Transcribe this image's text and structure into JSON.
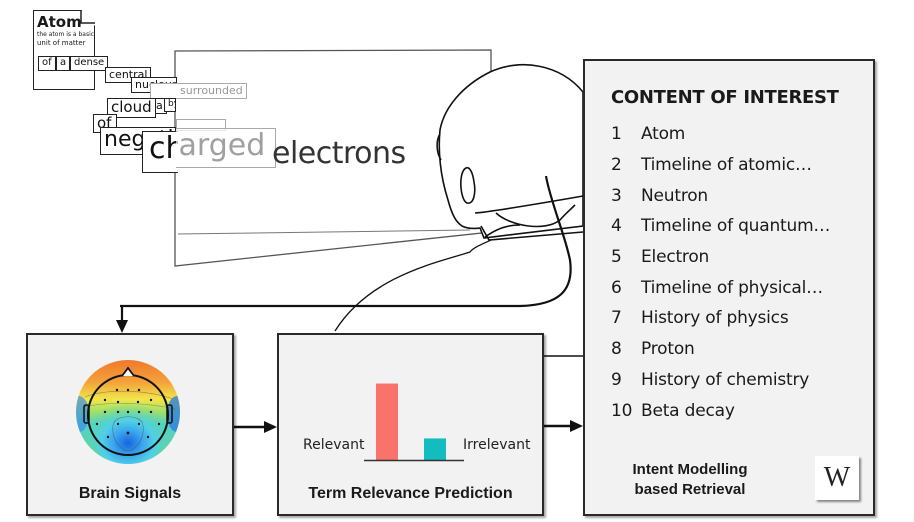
{
  "document_card": {
    "title": "Atom",
    "subtitle_line1": "the atom is a basic",
    "subtitle_line2": "unit of matter"
  },
  "word_chips": [
    "of",
    "a",
    "dense",
    "central",
    "nucleus",
    "surrounded",
    "a",
    "by",
    "cloud",
    "of",
    "negatively",
    "charged"
  ],
  "screen": {
    "faded_word": "charged",
    "current_word": "electrons"
  },
  "content_of_interest": {
    "heading": "CONTENT OF INTEREST",
    "items": [
      {
        "rank": "1",
        "label": "Atom"
      },
      {
        "rank": "2",
        "label": "Timeline of atomic…"
      },
      {
        "rank": "3",
        "label": "Neutron"
      },
      {
        "rank": "4",
        "label": "Timeline of quantum…"
      },
      {
        "rank": "5",
        "label": "Electron"
      },
      {
        "rank": "6",
        "label": "Timeline of physical…"
      },
      {
        "rank": "7",
        "label": "History of physics"
      },
      {
        "rank": "8",
        "label": "Proton"
      },
      {
        "rank": "9",
        "label": "History of chemistry"
      },
      {
        "rank": "10",
        "label": "Beta decay"
      }
    ],
    "footer_line1": "Intent Modelling",
    "footer_line2": "based Retrieval",
    "wiki_glyph": "W",
    "wiki_icon": "wikipedia-icon"
  },
  "brain_signals": {
    "title": "Brain Signals",
    "icon": "eeg-topographic-map-icon"
  },
  "term_relevance": {
    "title": "Term Relevance Prediction",
    "left_label": "Relevant",
    "right_label": "Irrelevant",
    "colors": {
      "relevant": "#f8736b",
      "irrelevant": "#13bdbf"
    }
  },
  "chart_data": {
    "type": "bar",
    "title": "Term Relevance Prediction",
    "categories": [
      "Relevant",
      "Irrelevant"
    ],
    "values": [
      0.78,
      0.22
    ],
    "xlabel": "",
    "ylabel": "",
    "ylim": [
      0,
      1
    ],
    "grid": false,
    "legend": "none"
  }
}
